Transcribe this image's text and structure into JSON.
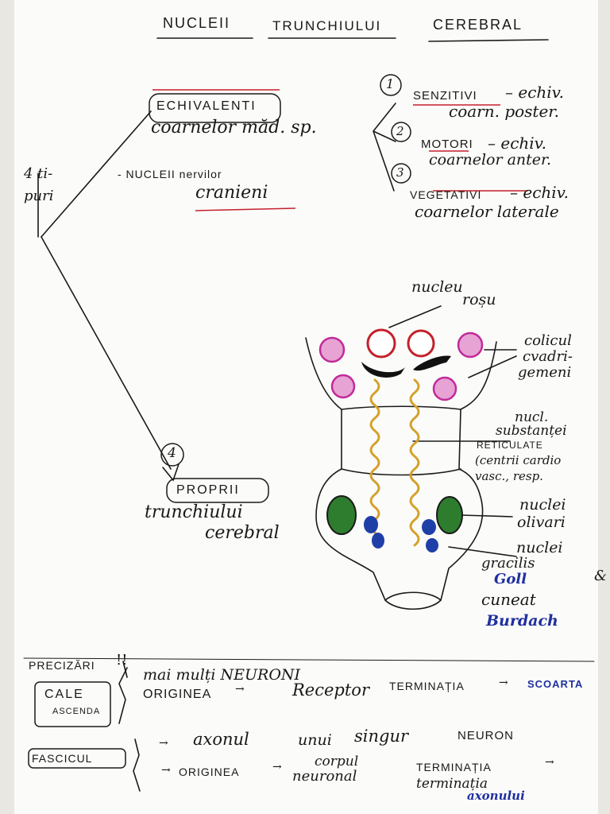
{
  "title": {
    "word1": "NUCLEII",
    "word2": "TRUNCHIULUI",
    "word3": "CEREBRAL"
  },
  "left_label": {
    "line1": "4 ti-",
    "line2": "puri"
  },
  "group_a": {
    "box": "ECHIVALENTI",
    "line2": "coarnelor măd. sp.",
    "also": "- NUCLEII nervilor",
    "also2": "cranieni"
  },
  "types": [
    {
      "num": "1",
      "name": "SENZITIVI",
      "desc1": "– echiv.",
      "desc2": "coarn. poster."
    },
    {
      "num": "2",
      "name": "MOTORI",
      "desc1": "– echiv.",
      "desc2": "coarnelor anter."
    },
    {
      "num": "3",
      "name": "VEGETATIVI",
      "desc1": "– echiv.",
      "desc2": "coarnelor laterale"
    }
  ],
  "group_b": {
    "num": "4",
    "box": "PROPRII",
    "line2": "trunchiului",
    "line3": "cerebral"
  },
  "diagram_labels": {
    "nucleu_rosu1": "nucleu",
    "nucleu_rosu2": "roșu",
    "colic1": "colicul",
    "colic2": "cvadri-",
    "colic3": "gemeni",
    "ret1": "nucl.",
    "ret2": "substanței",
    "ret3": "RETICULATE",
    "ret4": "(centrii cardio",
    "ret5": "vasc., resp.",
    "oliv1": "nuclei",
    "oliv2": "olivari",
    "grac1": "nuclei",
    "grac2": "gracilis",
    "goll": "Goll",
    "amp": "&",
    "cun": "cuneat",
    "burd": "Burdach"
  },
  "precizari": {
    "heading": "PRECIZĂRI",
    "excl": "!!",
    "cale": "CALE",
    "ascend": "ASCENDA",
    "l1": "mai mulți NEURONI",
    "l2a": "ORIGINEA",
    "l2b": "Receptor",
    "l2c": "TERMINAȚIA",
    "l2d": "SCOARTA",
    "fasc": "FASCICUL",
    "l3a": "axonul",
    "l3b": "unui",
    "l3c": "singur",
    "l3d": "NEURON",
    "l4a": "ORIGINEA",
    "l4b": "corpul",
    "l4c": "neuronal",
    "l4d": "TERMINAȚIA",
    "l5a": "terminația",
    "l5b": "axonului"
  },
  "colors": {
    "red_nucleus": "#c4202a",
    "pink_nucleus": "#c22a9a",
    "olive": "#2e7d2e",
    "gracilis": "#1f3fa8",
    "reticular": "#d4a12a",
    "ink": "#181818"
  }
}
